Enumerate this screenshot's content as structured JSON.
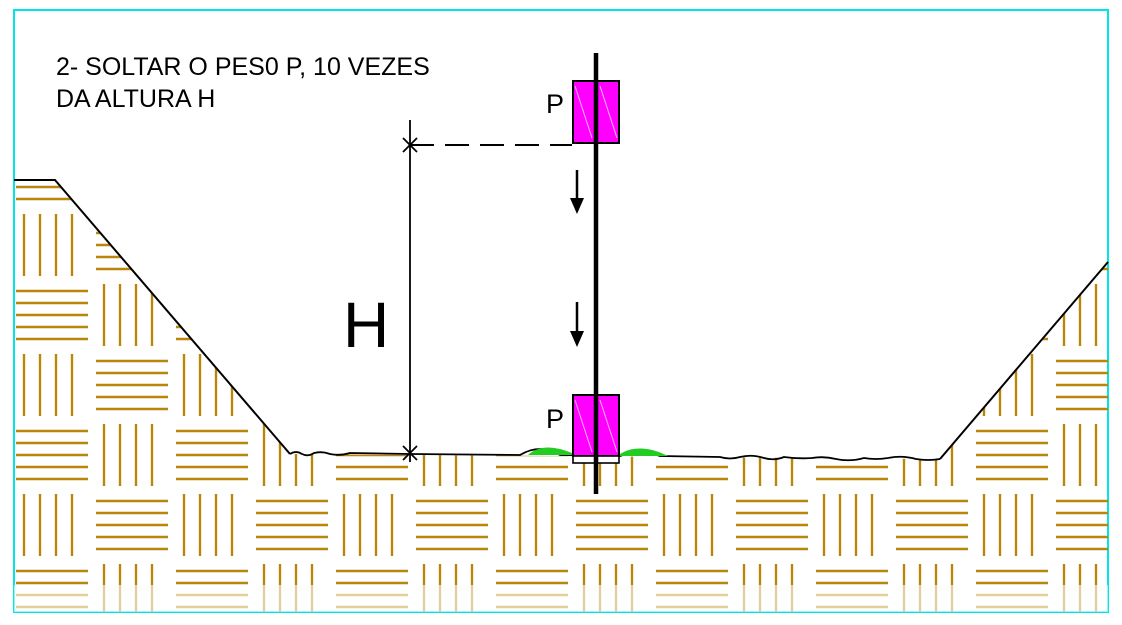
{
  "instruction": {
    "line1": "2- SOLTAR O PES0 P, 10 VEZES",
    "line2": "DA ALTURA H"
  },
  "labels": {
    "weight_top": "P",
    "weight_bottom": "P",
    "height": "H"
  },
  "colors": {
    "frame": "#00e5e5",
    "soil": "#b8860b",
    "weight": "#ff00ff",
    "grass": "#22cc22",
    "line": "#000000"
  },
  "icons": {
    "fall_arrow": "arrow-down-icon"
  }
}
